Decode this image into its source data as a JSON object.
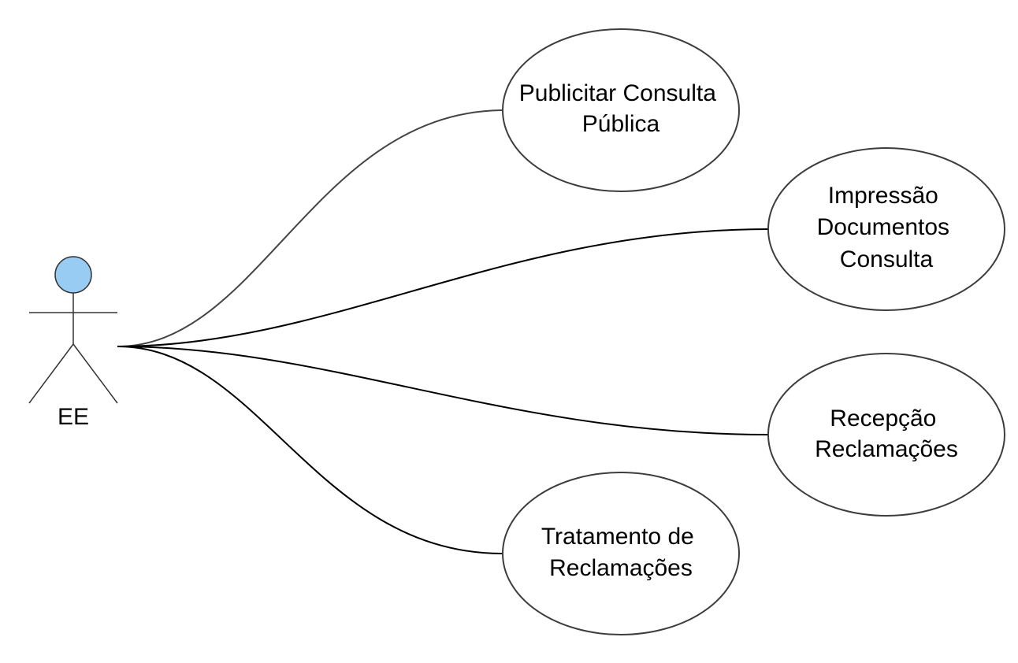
{
  "diagram": {
    "actor": {
      "name": "EE",
      "head_color": "#99ccf2"
    },
    "use_cases": [
      {
        "id": "publicitar",
        "lines": [
          "Publicitar Consulta",
          "Pública"
        ]
      },
      {
        "id": "impressao",
        "lines": [
          "Impressão",
          "Documentos",
          "Consulta"
        ]
      },
      {
        "id": "recepcao",
        "lines": [
          "Recepção",
          "Reclamações"
        ]
      },
      {
        "id": "tratamento",
        "lines": [
          "Tratamento de",
          "Reclamações"
        ]
      }
    ],
    "associations": [
      {
        "from": "EE",
        "to": "publicitar"
      },
      {
        "from": "EE",
        "to": "impressao"
      },
      {
        "from": "EE",
        "to": "recepcao"
      },
      {
        "from": "EE",
        "to": "tratamento"
      }
    ]
  }
}
